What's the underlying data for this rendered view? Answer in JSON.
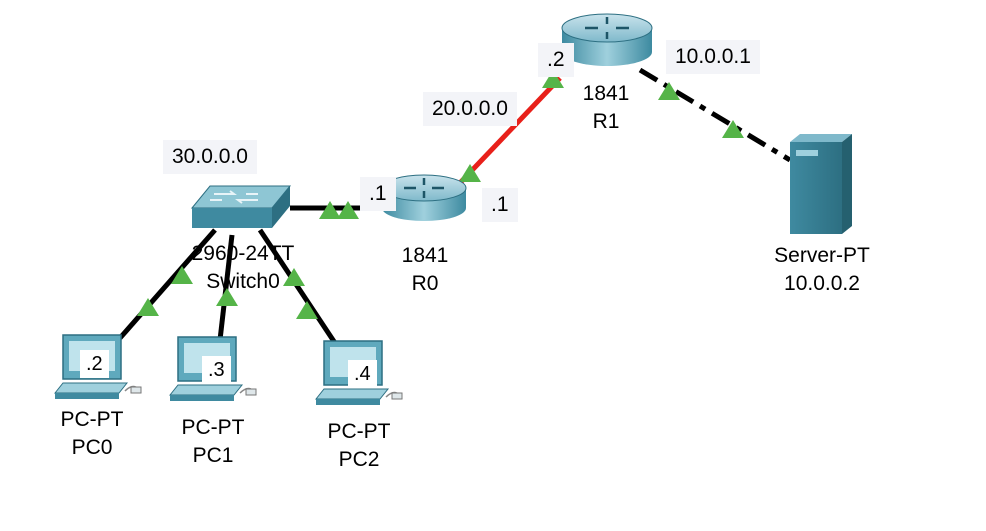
{
  "colors": {
    "link_black": "#000000",
    "link_red": "#e8201a",
    "port_up": "#55b448",
    "device_blue": "#4e9bb0",
    "device_dark": "#2d6f82",
    "note_bg": "#f3f4f8"
  },
  "notes": {
    "net_30": "30.0.0.0",
    "net_20": "20.0.0.0",
    "net_10": "10.0.0.1",
    "r0_left_port": ".1",
    "r0_right_port": ".1",
    "r1_left_port": ".2"
  },
  "devices": {
    "switch0": {
      "model": "2960-24TT",
      "name": "Switch0",
      "icon": "switch-icon"
    },
    "r0": {
      "model": "1841",
      "name": "R0",
      "icon": "router-icon"
    },
    "r1": {
      "model": "1841",
      "name": "R1",
      "icon": "router-icon"
    },
    "server": {
      "model": "Server-PT",
      "name": "10.0.0.2",
      "icon": "server-icon"
    },
    "pc0": {
      "model": "PC-PT",
      "name": "PC0",
      "ip_suffix": ".2",
      "icon": "pc-icon"
    },
    "pc1": {
      "model": "PC-PT",
      "name": "PC1",
      "ip_suffix": ".3",
      "icon": "pc-icon"
    },
    "pc2": {
      "model": "PC-PT",
      "name": "PC2",
      "ip_suffix": ".4",
      "icon": "pc-icon"
    }
  }
}
